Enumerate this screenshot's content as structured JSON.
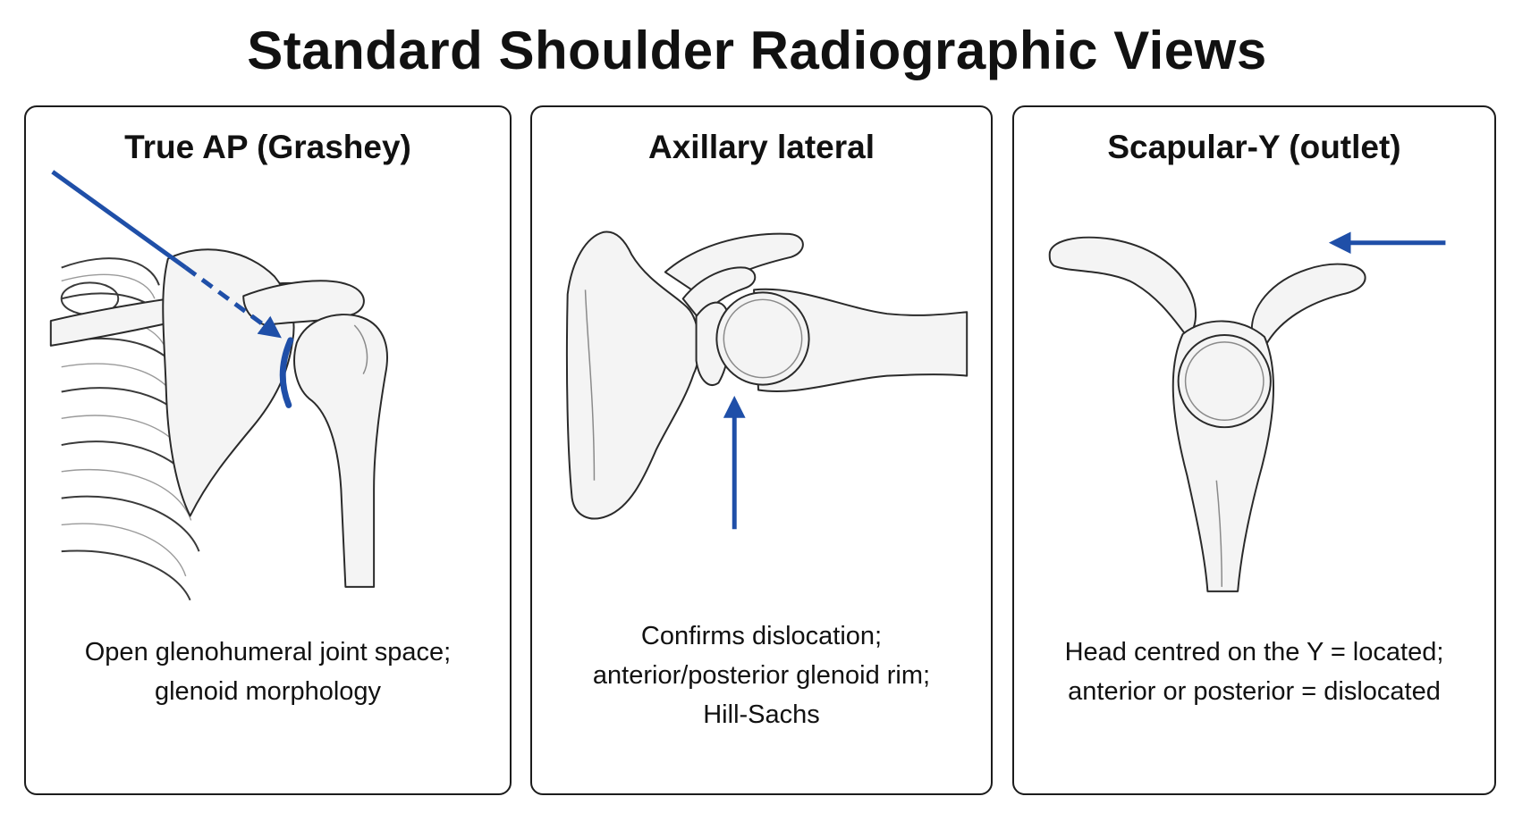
{
  "title": "Standard Shoulder Radiographic Views",
  "colors": {
    "beam_arrow": "#1f4fa8",
    "outline": "#222222",
    "bone_fill": "#f4f4f4"
  },
  "panels": [
    {
      "heading": "True AP (Grashey)",
      "caption_lines": [
        "Open glenohumeral joint space;",
        "glenoid morphology"
      ],
      "arrow_icon": "beam-direction-arrow"
    },
    {
      "heading": "Axillary lateral",
      "caption_lines": [
        "Confirms dislocation;",
        "anterior/posterior glenoid rim;",
        "Hill-Sachs"
      ],
      "arrow_icon": "beam-direction-arrow"
    },
    {
      "heading": "Scapular-Y (outlet)",
      "caption_lines": [
        "Head centred on the Y = located;",
        "anterior or posterior = dislocated"
      ],
      "arrow_icon": "beam-direction-arrow"
    }
  ]
}
